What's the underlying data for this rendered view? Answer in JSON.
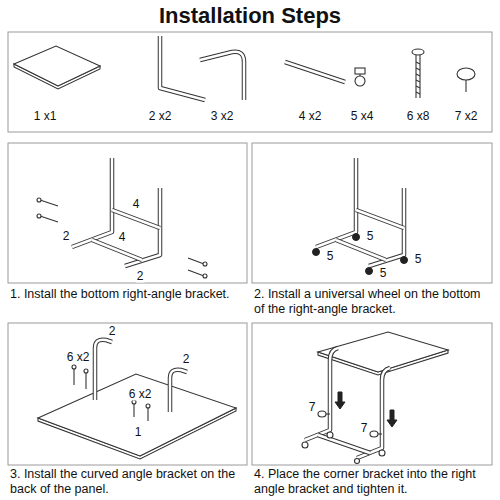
{
  "diagram": {
    "title": "Installation Steps",
    "labels": [
      "1 x1",
      "2 x2",
      "3 x2",
      "4 x2",
      "5 x4",
      "6 x8",
      "7 x2",
      "4",
      "2",
      "4",
      "2",
      "1. Install the bottom right-angle bracket.",
      "5",
      "5",
      "5",
      "5",
      "2. Install a universal wheel on the bottom of the right-angle bracket.",
      "2",
      "6 x2",
      "2",
      "6 x2",
      "1",
      "3. Install the curved angle bracket on the back of the panel.",
      "7",
      "7",
      "4. Place the corner bracket into the right angle bracket and tighten it."
    ]
  }
}
